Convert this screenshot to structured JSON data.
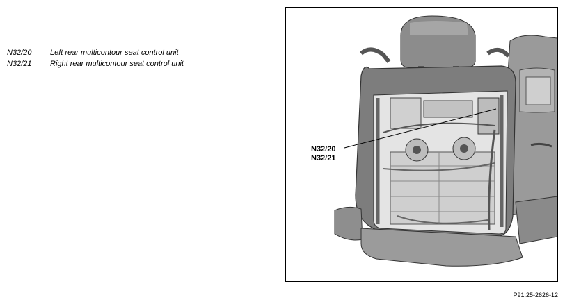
{
  "legend": [
    {
      "code": "N32/20",
      "description": "Left rear multicontour seat control unit"
    },
    {
      "code": "N32/21",
      "description": "Right rear multicontour seat control unit"
    }
  ],
  "figure": {
    "callout_lines": [
      "N32/20",
      "N32/21"
    ],
    "reference_id": "P91.25-2626-12"
  }
}
